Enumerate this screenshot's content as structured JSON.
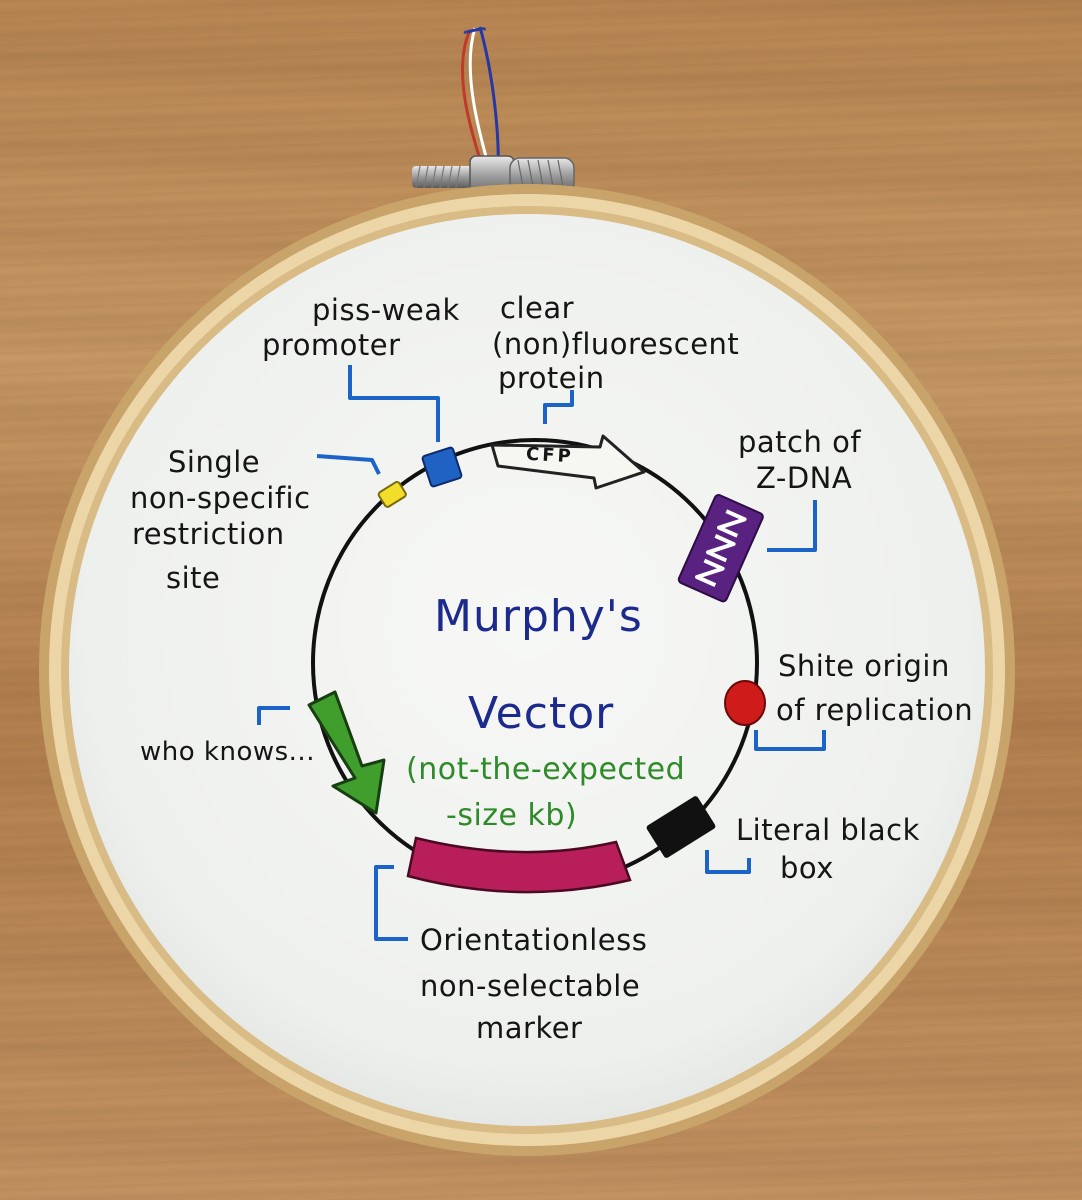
{
  "diagram": {
    "title_line1": "Murphy's",
    "title_line2": "Vector",
    "subtitle_line1": "(not-the-expected",
    "subtitle_line2": "-size kb)"
  },
  "features": {
    "promoter": {
      "line1": "piss-weak",
      "line2": "promoter",
      "color": "#1f62c4"
    },
    "cfp": {
      "line1": "clear",
      "line2": "(non)fluorescent",
      "line3": "protein",
      "box_text": "CFP",
      "color": "#f6f6f2"
    },
    "zdna": {
      "line1": "patch of",
      "line2": "Z-DNA",
      "box_text": "ZZZ",
      "color": "#5a2280"
    },
    "restriction_site": {
      "line1": "Single",
      "line2": "non-specific",
      "line3": "restriction",
      "line4": "site",
      "color": "#f1dd2a"
    },
    "origin": {
      "line1": "Shite origin",
      "line2": "of replication",
      "color": "#d01b1b"
    },
    "unknown": {
      "line1": "who knows...",
      "color": "#3f9e2c"
    },
    "black_box": {
      "line1": "Literal black",
      "line2": "box",
      "color": "#111111"
    },
    "marker": {
      "line1": "Orientationless",
      "line2": "non-selectable",
      "line3": "marker",
      "color": "#b81f5a"
    }
  },
  "colors": {
    "leader_line": "#1b63c9",
    "backbone": "#111111",
    "title": "#1b2a8c",
    "subtitle": "#2f8a2a",
    "fabric": "#f3f4f1",
    "hoop": "#e8cf9c"
  }
}
